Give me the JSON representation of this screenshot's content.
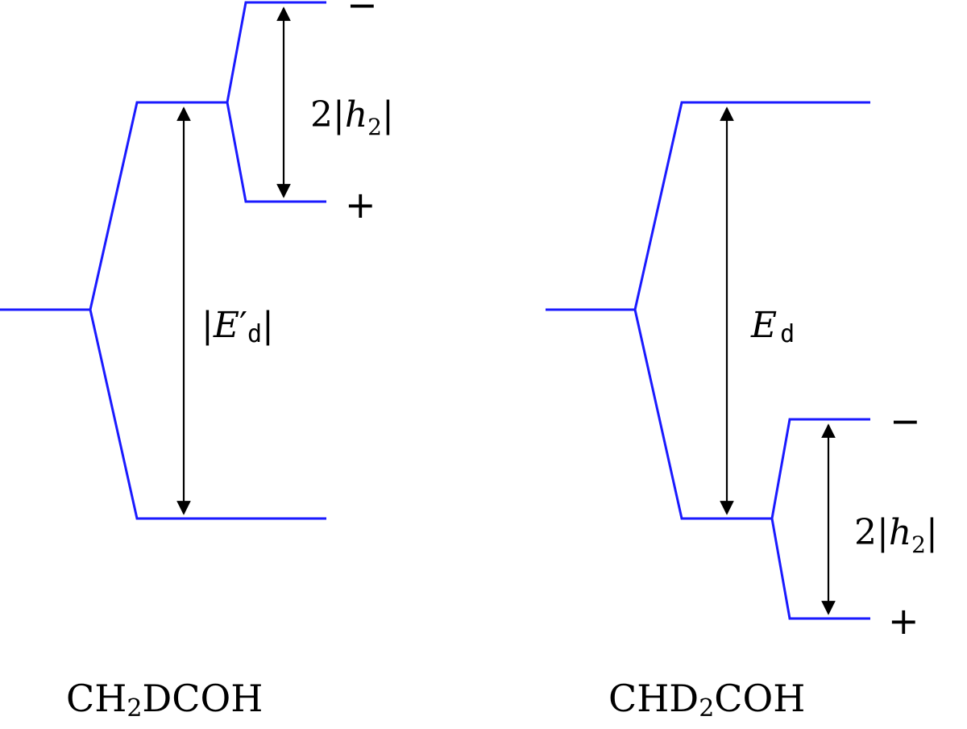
{
  "colors": {
    "level_line": "#1a1aff",
    "arrow": "#000000",
    "background": "#ffffff"
  },
  "left_panel": {
    "molecule": {
      "main": "CH",
      "sub": "2",
      "rest": "DCOH"
    },
    "big_gap": {
      "open_bar": "|",
      "symbol": "E",
      "prime": "′",
      "subscript": "d",
      "close_bar": "|"
    },
    "small_gap": {
      "coef": "2",
      "open_bar": "|",
      "symbol": "h",
      "subscript": "2",
      "close_bar": "|"
    },
    "upper_sign": "−",
    "lower_sign": "+"
  },
  "right_panel": {
    "molecule": {
      "main": "CHD",
      "sub": "2",
      "rest": "COH"
    },
    "big_gap": {
      "symbol": "E",
      "subscript": "d"
    },
    "small_gap": {
      "coef": "2",
      "open_bar": "|",
      "symbol": "h",
      "subscript": "2",
      "close_bar": "|"
    },
    "upper_sign": "−",
    "lower_sign": "+"
  }
}
